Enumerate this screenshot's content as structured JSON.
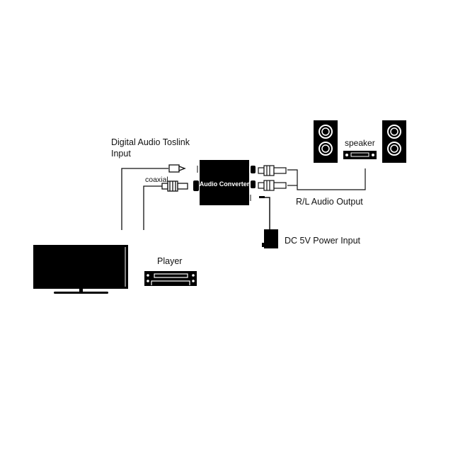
{
  "labels": {
    "toslink_line1": "Digital Audio Toslink",
    "toslink_line2": "Input",
    "coaxial": "coaxial",
    "converter": "Audio Converter",
    "speaker": "speaker",
    "output": "R/L Audio Output",
    "power": "DC 5V Power Input",
    "player": "Player"
  },
  "colors": {
    "device": "#000000",
    "line": "#111111",
    "background": "#ffffff"
  }
}
